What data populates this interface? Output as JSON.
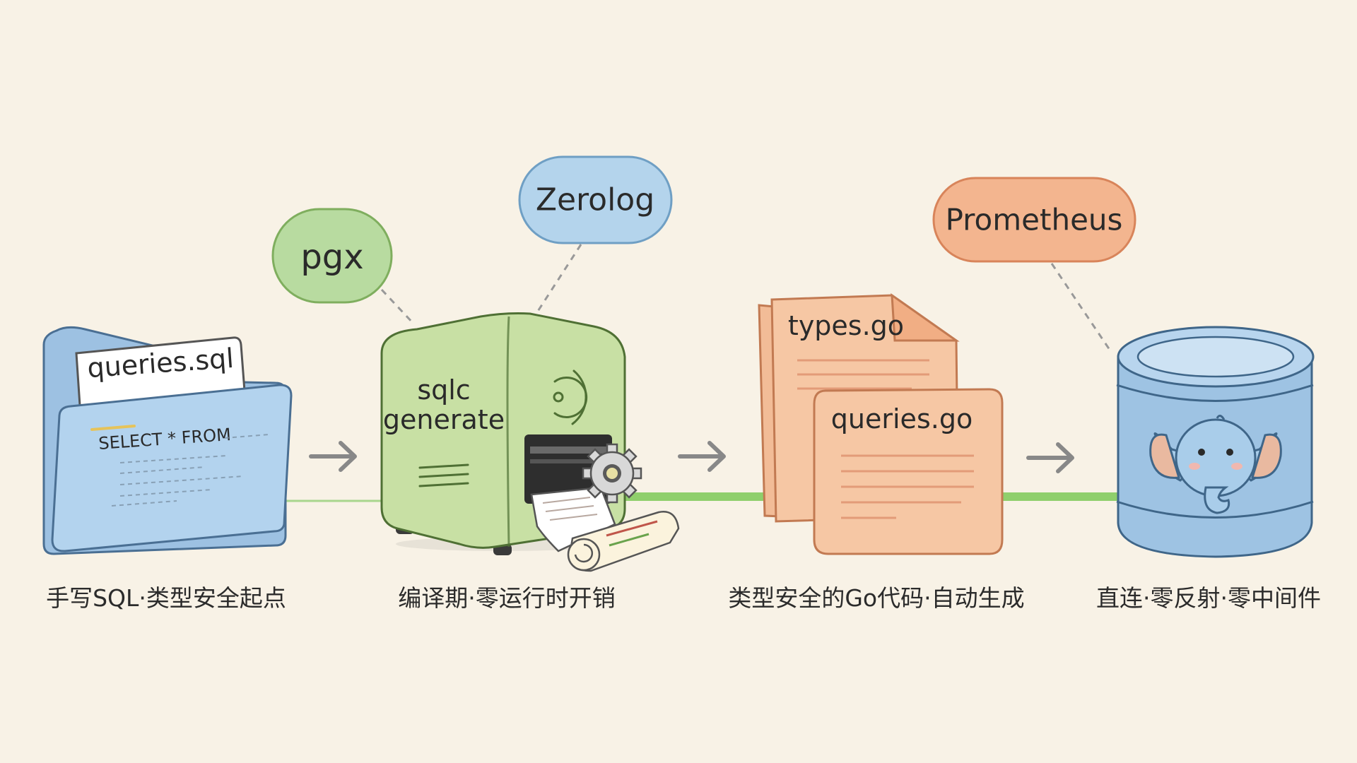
{
  "colors": {
    "background": "#f8f2e6",
    "folder_blue": "#a9cbe8",
    "machine_green": "#c8e0a4",
    "file_orange": "#f6c7a4",
    "db_blue": "#9ec3e3",
    "pgx_green": "#b8dba0",
    "zerolog_blue": "#b4d4ec",
    "prometheus_orange": "#f3b58f",
    "pipe_green": "#8fcf6c"
  },
  "labels": {
    "pgx": "pgx",
    "zerolog": "Zerolog",
    "prometheus": "Prometheus"
  },
  "folder": {
    "tab_label": "queries.sql",
    "code_text": "SELECT * FROM",
    "icon": "folder-icon"
  },
  "machine": {
    "line1": "sqlc",
    "line2": "generate",
    "icon": "printer-machine-icon"
  },
  "files": {
    "back_file": "types.go",
    "front_file": "queries.go",
    "icon": "document-icon"
  },
  "database": {
    "icon": "postgres-elephant-icon"
  },
  "captions": [
    "手写SQL·类型安全起点",
    "编译期·零运行时开销",
    "类型安全的Go代码·自动生成",
    "直连·零反射·零中间件"
  ]
}
